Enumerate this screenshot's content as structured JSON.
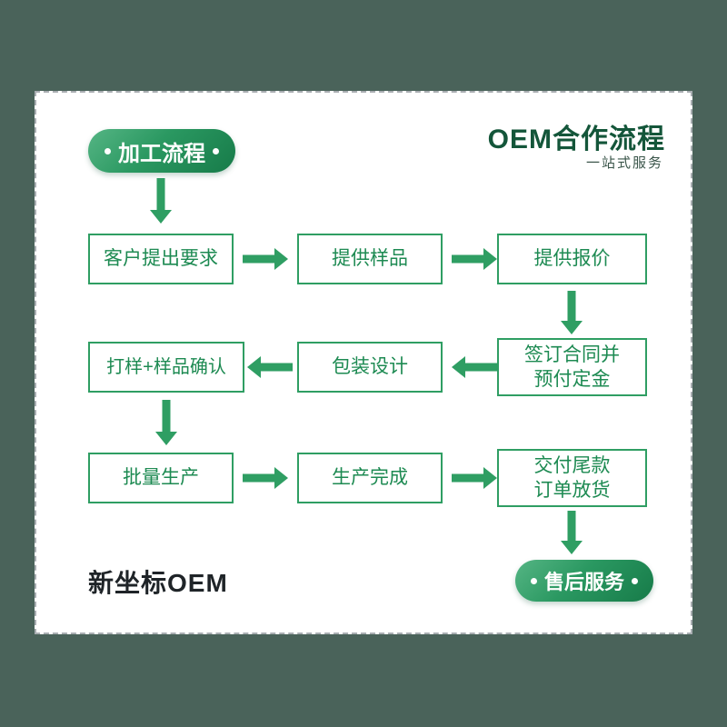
{
  "header": {
    "title": "OEM合作流程",
    "subtitle": "一站式服务"
  },
  "badges": {
    "start": "加工流程",
    "end": "售后服务"
  },
  "footer": {
    "brand": "新坐标OEM"
  },
  "flow": {
    "step1": "客户提出要求",
    "step2": "提供样品",
    "step3": "提供报价",
    "step4_line1": "签订合同并",
    "step4_line2": "预付定金",
    "step5": "包装设计",
    "step6": "打样+样品确认",
    "step7": "批量生产",
    "step8": "生产完成",
    "step9_line1": "交付尾款",
    "step9_line2": "订单放货"
  },
  "colors": {
    "background": "#4a635a",
    "card": "#ffffff",
    "accent_green": "#2f9e63",
    "title_green": "#14563a",
    "pill_gradient_start": "#55b584",
    "pill_gradient_end": "#177b49"
  }
}
